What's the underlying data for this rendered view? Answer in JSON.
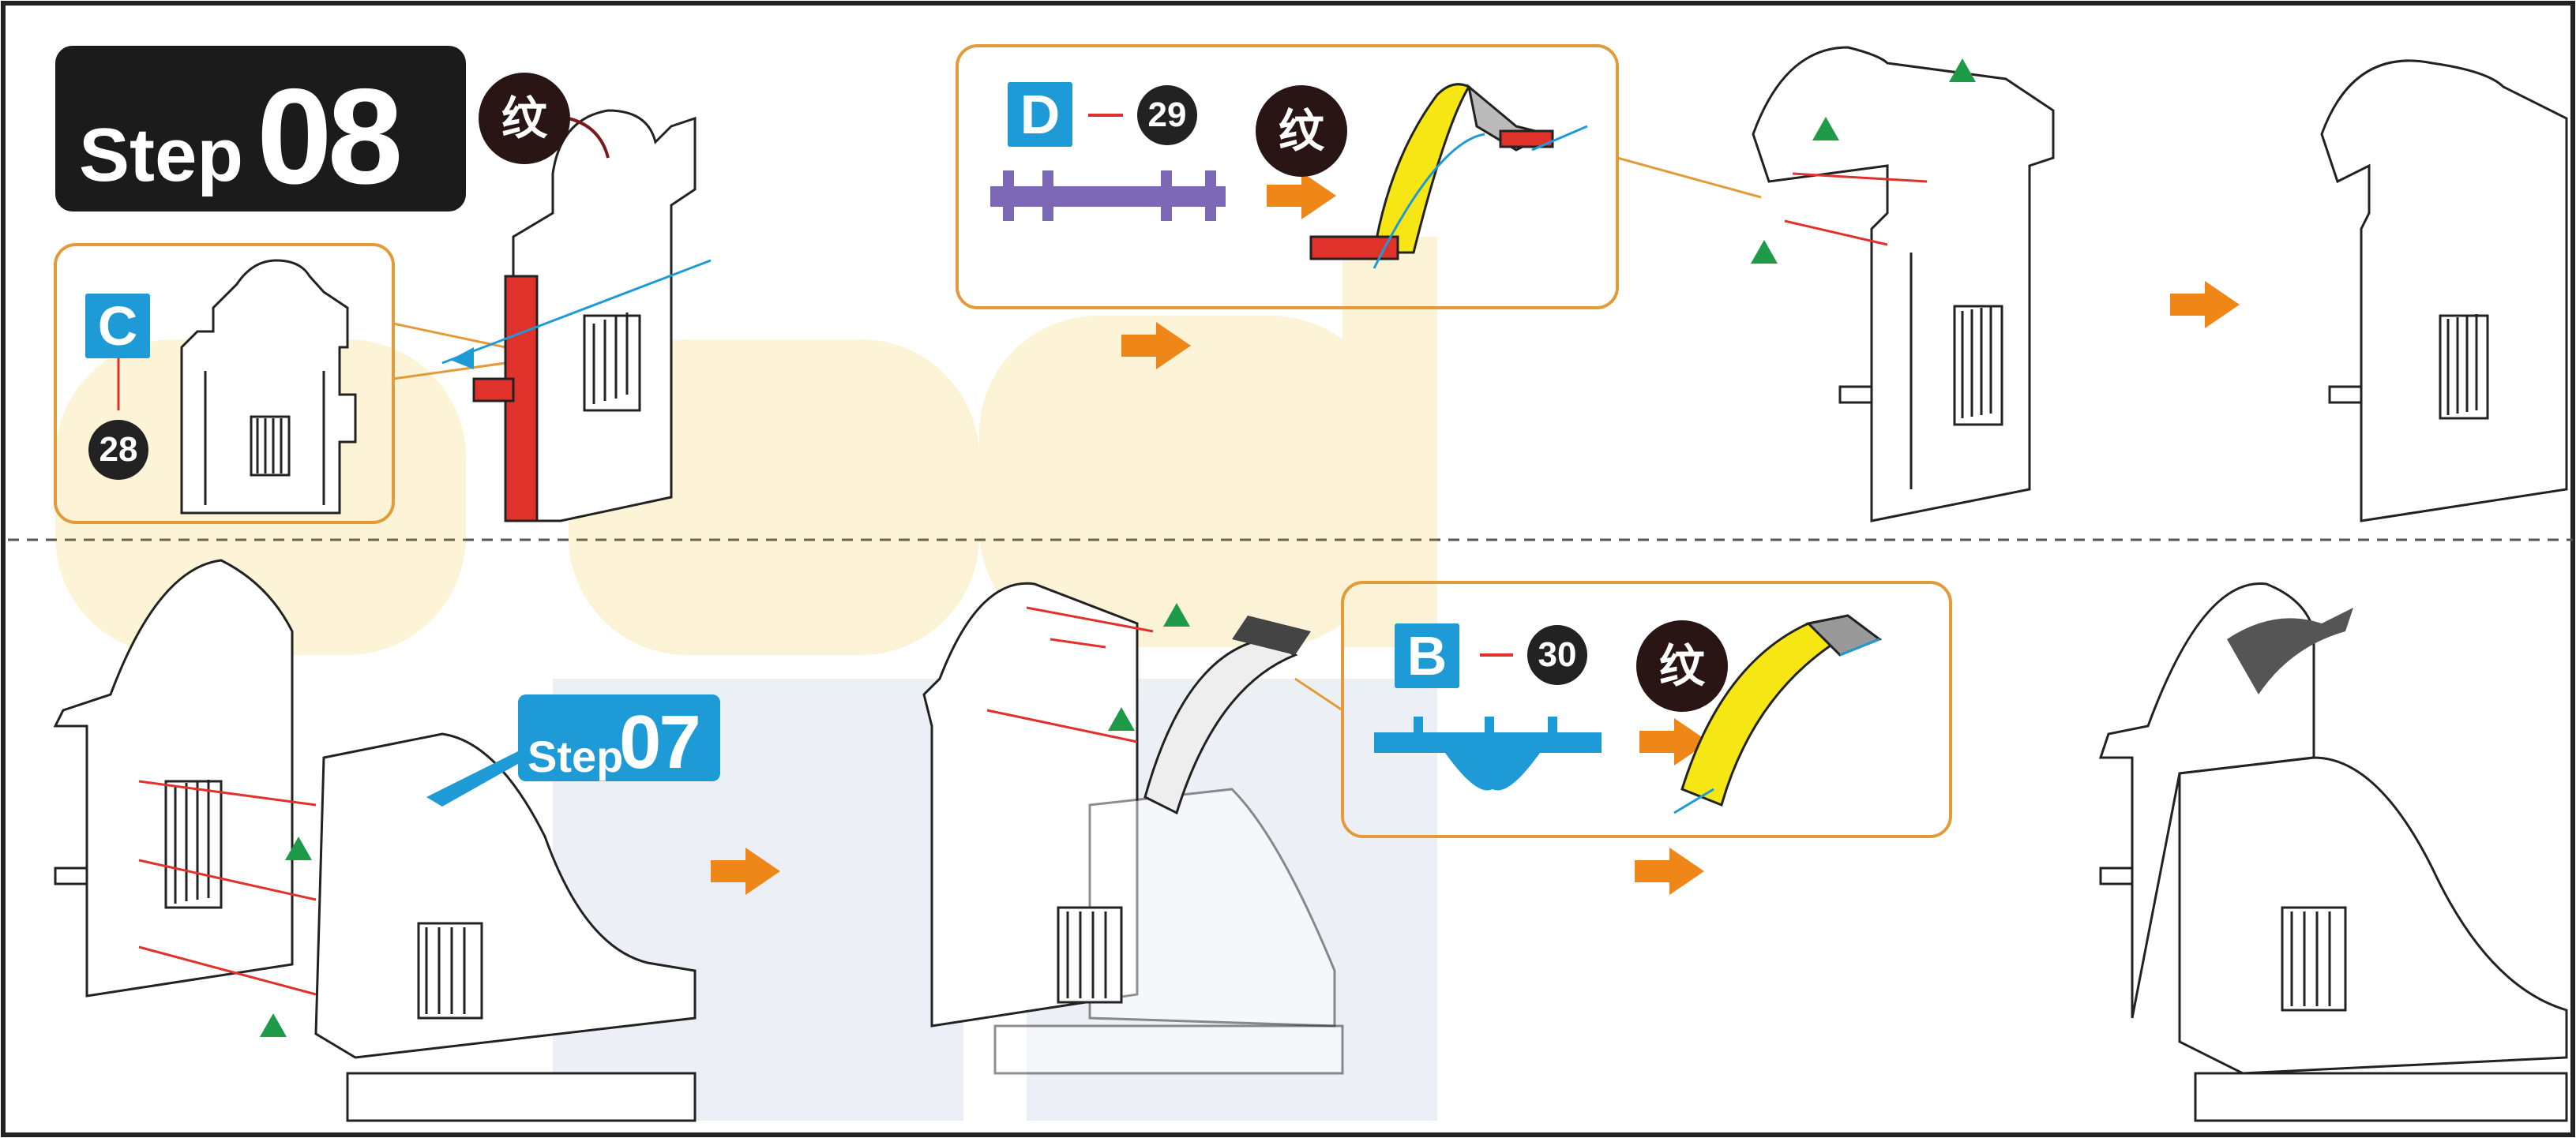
{
  "step_main": {
    "word": "Step",
    "number": "08"
  },
  "step_ref": {
    "word": "Step",
    "number": "07"
  },
  "parts": [
    {
      "letter": "C",
      "number": "28"
    },
    {
      "letter": "D",
      "number": "29"
    },
    {
      "letter": "B",
      "number": "30"
    }
  ],
  "pattern_mark": "纹",
  "colors": {
    "accent_blue": "#1e9ad6",
    "arrow_orange": "#ee8618",
    "part_red": "#e0312b",
    "part_purple": "#7d68b5",
    "part_yellow": "#f6e714",
    "triangle_green": "#1f9a49"
  }
}
